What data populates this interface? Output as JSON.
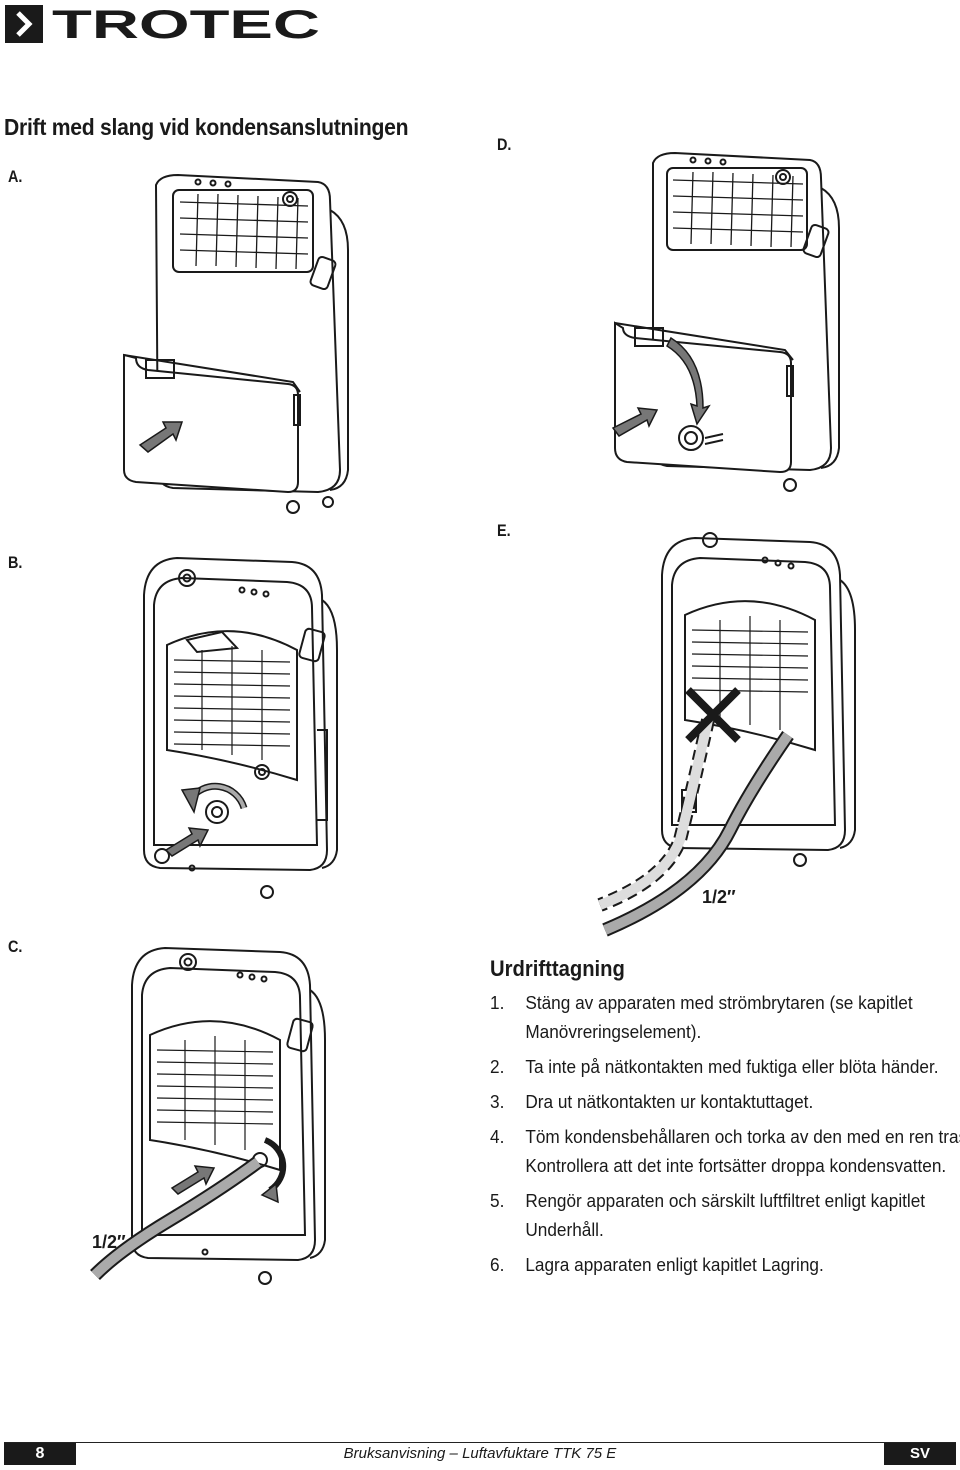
{
  "brand": {
    "name": "TROTEC"
  },
  "section": {
    "title": "Drift med slang vid kondensanslutningen"
  },
  "figures": {
    "a": {
      "label": "A."
    },
    "b": {
      "label": "B."
    },
    "c": {
      "label": "C.",
      "hose_label": "1/2″"
    },
    "d": {
      "label": "D."
    },
    "e": {
      "label": "E.",
      "hose_label": "1/2″"
    }
  },
  "instructions": {
    "title": "Urdrifttagning",
    "steps": [
      {
        "num": "1.",
        "text": "Stäng av apparaten med strömbrytaren (se kapitlet Manövreringselement)."
      },
      {
        "num": "2.",
        "text": "Ta inte på nätkontakten med fuktiga eller blöta händer."
      },
      {
        "num": "3.",
        "text": "Dra ut nätkontakten ur kontaktuttaget."
      },
      {
        "num": "4.",
        "text": "Töm kondensbehållaren och torka av den med en ren trasa. Kontrollera att det inte fortsätter droppa kondensvatten."
      },
      {
        "num": "5.",
        "text": "Rengör apparaten och särskilt luftfiltret enligt kapitlet Underhåll."
      },
      {
        "num": "6.",
        "text": "Lagra apparaten enligt kapitlet Lagring."
      }
    ]
  },
  "footer": {
    "page_number": "8",
    "title": "Bruksanvisning – Luftavfuktare TTK 75 E",
    "language": "SV"
  }
}
